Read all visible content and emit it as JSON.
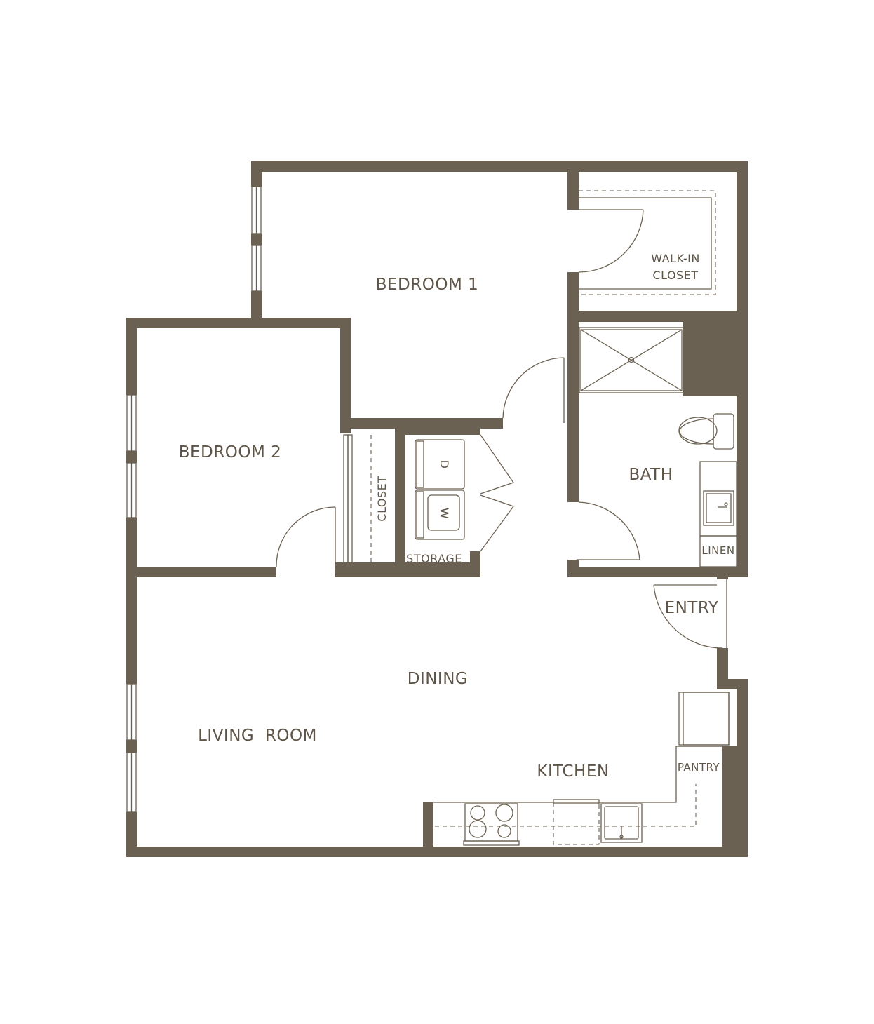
{
  "colors": {
    "wall": "#6b6152",
    "label": "#5e5548",
    "background": "#ffffff"
  },
  "rooms": {
    "bedroom1": "BEDROOM 1",
    "bedroom2": "BEDROOM 2",
    "walk_in_closet_line1": "WALK-IN",
    "walk_in_closet_line2": "CLOSET",
    "closet": "CLOSET",
    "bath": "BATH",
    "linen": "LINEN",
    "storage": "STORAGE",
    "entry": "ENTRY",
    "dining": "DINING",
    "living_room": "LIVING  ROOM",
    "kitchen": "KITCHEN",
    "pantry": "PANTRY"
  },
  "appliances": {
    "dryer": "D",
    "washer": "W"
  }
}
